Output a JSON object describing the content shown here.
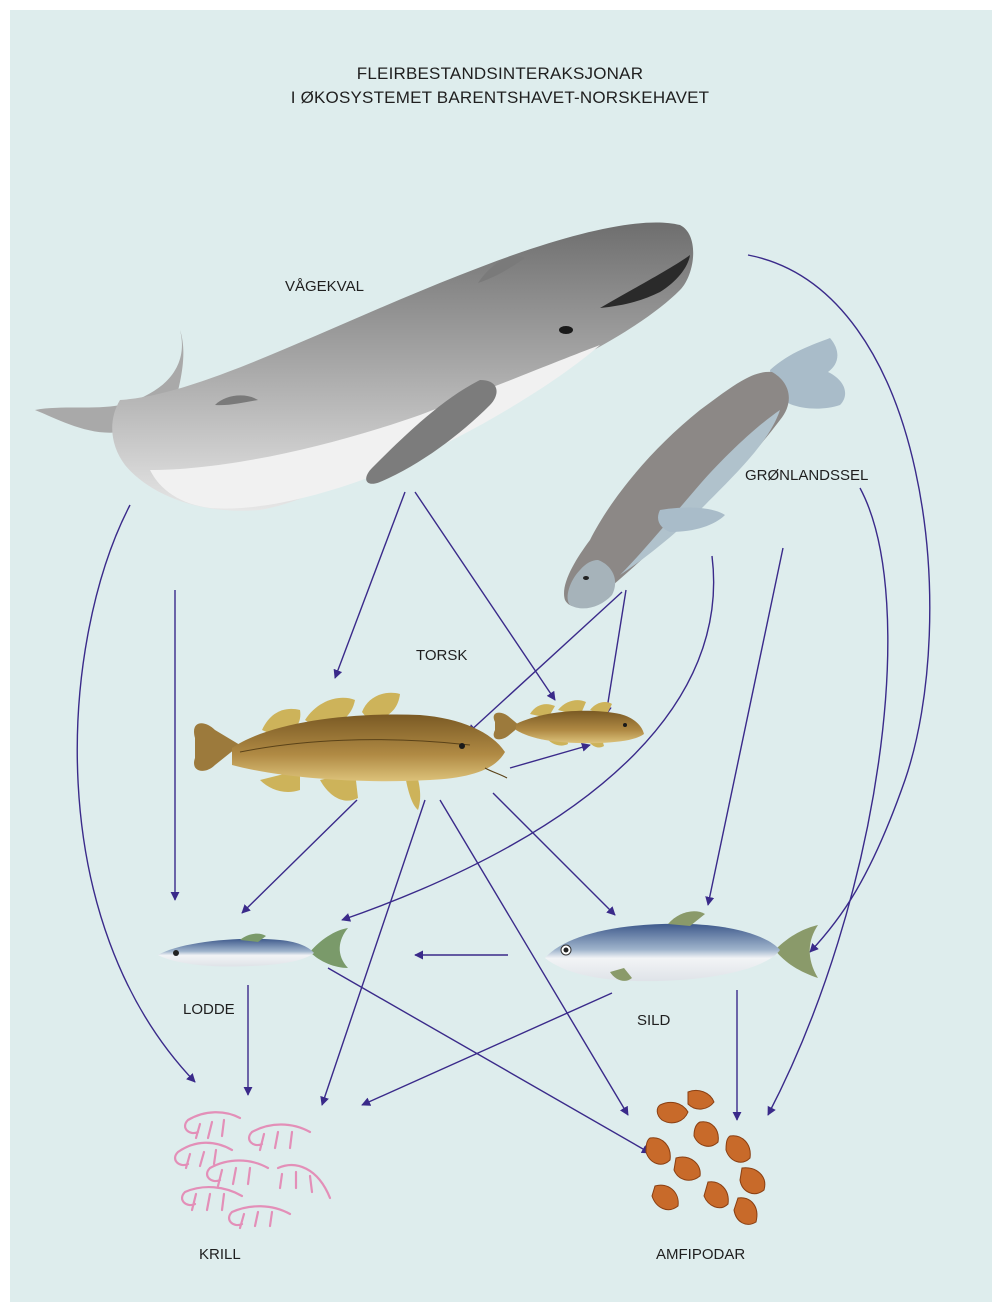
{
  "title": {
    "line1": "FLEIRBESTANDSINTERAKSJONAR",
    "line2": "I ØKOSYSTEMET BARENTSHAVET-NORSKEHAVET"
  },
  "species": {
    "minke_whale": "VÅGEKVAL",
    "harp_seal": "GRØNLANDSSEL",
    "cod": "TORSK",
    "capelin": "LODDE",
    "herring": "SILD",
    "krill": "KRILL",
    "amphipods": "AMFIPODAR"
  },
  "colors": {
    "background": "#deeded",
    "arrow": "#3a2a8a",
    "whale": "#9a9a9a",
    "seal": "#8c8886",
    "cod": "#9c7a3c",
    "fish_blue": "#5a6f9a",
    "krill": "#e9a4c6",
    "amphipod": "#c86a2a"
  }
}
